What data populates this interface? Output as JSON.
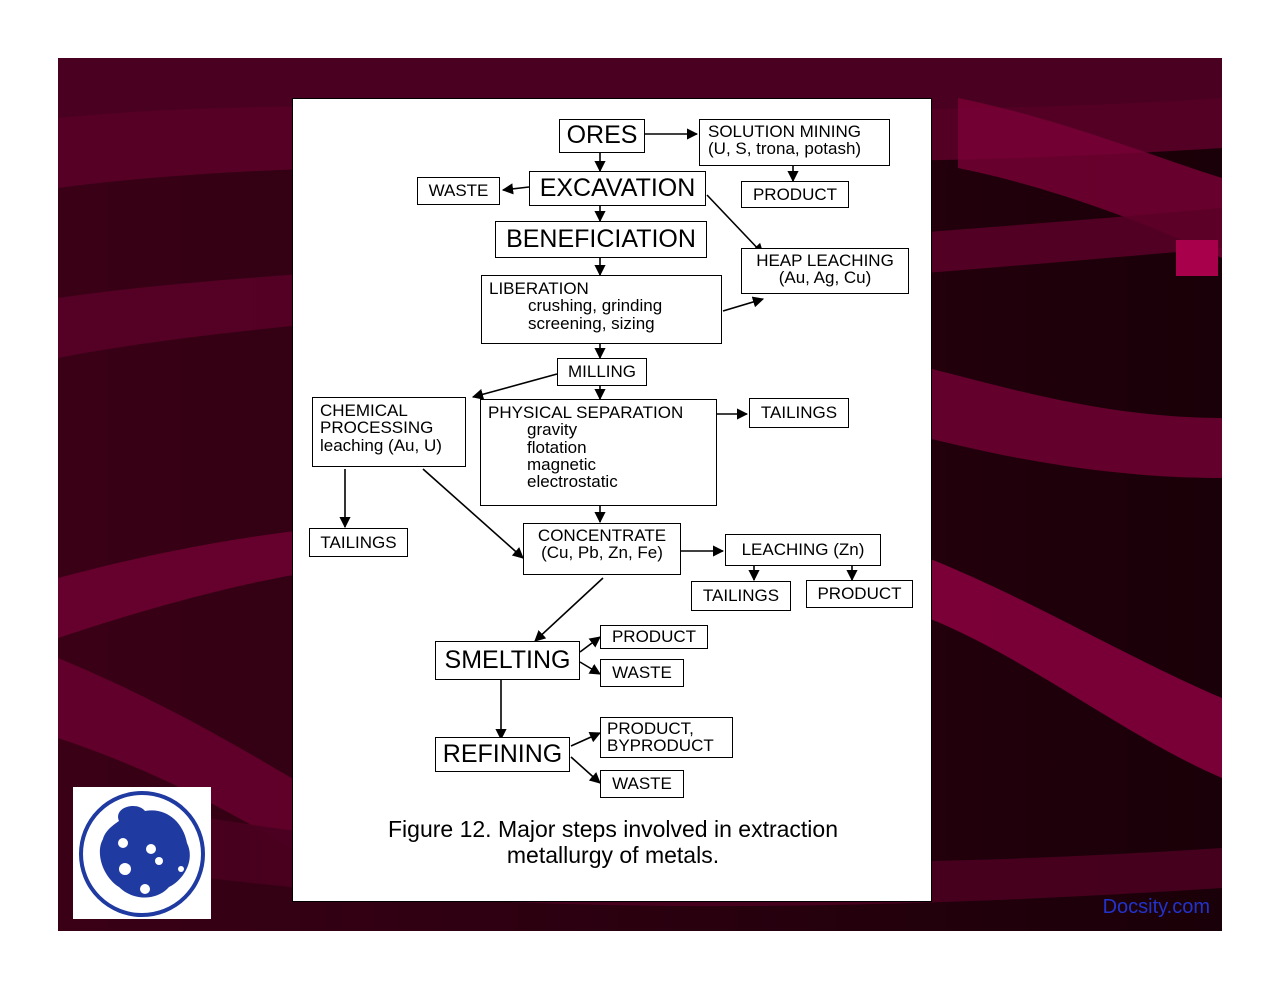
{
  "figure": {
    "caption_line1": "Figure 12. Major steps involved in extraction",
    "caption_line2": "metallurgy of metals."
  },
  "boxes": {
    "ores": "ORES",
    "solution_mining_l1": "SOLUTION MINING",
    "solution_mining_l2": "(U, S, trona, potash)",
    "product_solution": "PRODUCT",
    "waste_excavation": "WASTE",
    "excavation": "EXCAVATION",
    "beneficiation": "BENEFICIATION",
    "heap_leaching_l1": "HEAP LEACHING",
    "heap_leaching_l2": "(Au, Ag, Cu)",
    "liberation_l1": "LIBERATION",
    "liberation_l2": "crushing, grinding",
    "liberation_l3": "screening, sizing",
    "milling": "MILLING",
    "chemical_l1": "CHEMICAL",
    "chemical_l2": "PROCESSING",
    "chemical_l3": "leaching (Au, U)",
    "physical_l1": "PHYSICAL SEPARATION",
    "physical_l2": "gravity",
    "physical_l3": "flotation",
    "physical_l4": "magnetic",
    "physical_l5": "electrostatic",
    "tailings_physical": "TAILINGS",
    "tailings_chemical": "TAILINGS",
    "concentrate_l1": "CONCENTRATE",
    "concentrate_l2": "(Cu, Pb, Zn, Fe)",
    "leaching_zn": "LEACHING (Zn)",
    "tailings_leaching": "TAILINGS",
    "product_leaching": "PRODUCT",
    "smelting": "SMELTING",
    "product_smelting": "PRODUCT",
    "waste_smelting": "WASTE",
    "refining": "REFINING",
    "product_refining_l1": "PRODUCT,",
    "product_refining_l2": "BYPRODUCT",
    "waste_refining": "WASTE"
  },
  "site_link": "Docsity.com",
  "colors": {
    "background_dark": "#2a0010",
    "ribbon": "#6b0030",
    "ribbon_light": "#8a0040",
    "link": "#2233cc",
    "logo_blue": "#1f3aa0"
  },
  "icons": {
    "logo": "docsity-logo-icon"
  }
}
